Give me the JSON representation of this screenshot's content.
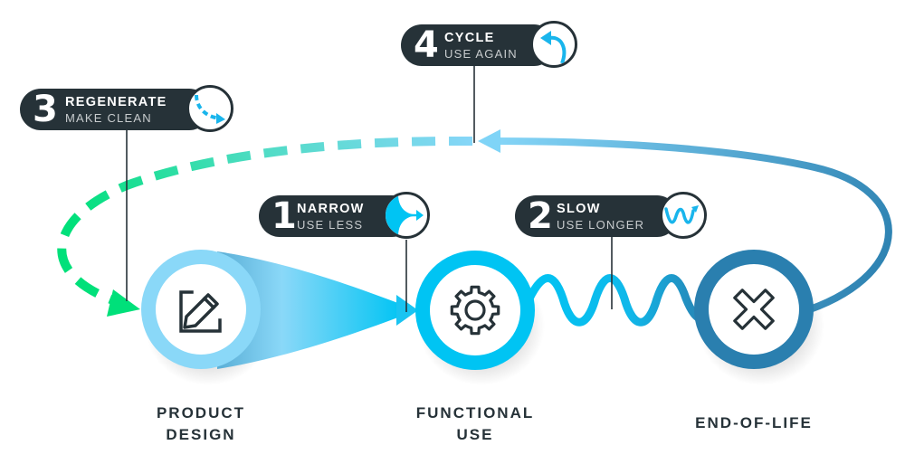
{
  "steps": [
    {
      "number": "1",
      "title": "NARROW",
      "subtitle": "USE LESS",
      "icon": "converging-arrow-icon"
    },
    {
      "number": "2",
      "title": "SLOW",
      "subtitle": "USE LONGER",
      "icon": "wave-arrow-icon"
    },
    {
      "number": "3",
      "title": "REGENERATE",
      "subtitle": "MAKE CLEAN",
      "icon": "dashed-arrow-icon"
    },
    {
      "number": "4",
      "title": "CYCLE",
      "subtitle": "USE AGAIN",
      "icon": "loop-back-arrow-icon"
    }
  ],
  "stages": [
    {
      "line1": "PRODUCT",
      "line2": "DESIGN",
      "icon": "edit-icon"
    },
    {
      "line1": "FUNCTIONAL",
      "line2": "USE",
      "icon": "gear-icon"
    },
    {
      "line1": "END-OF-LIFE",
      "line2": "",
      "icon": "close-icon"
    }
  ],
  "colors": {
    "dark": "#263238",
    "product_ring": "#8ad8f8",
    "functional_ring": "#00c4f3",
    "eol_ring": "#2a7faf",
    "regenerate_green": "#00e07a",
    "cycle_blue": "#7fd4f7"
  }
}
